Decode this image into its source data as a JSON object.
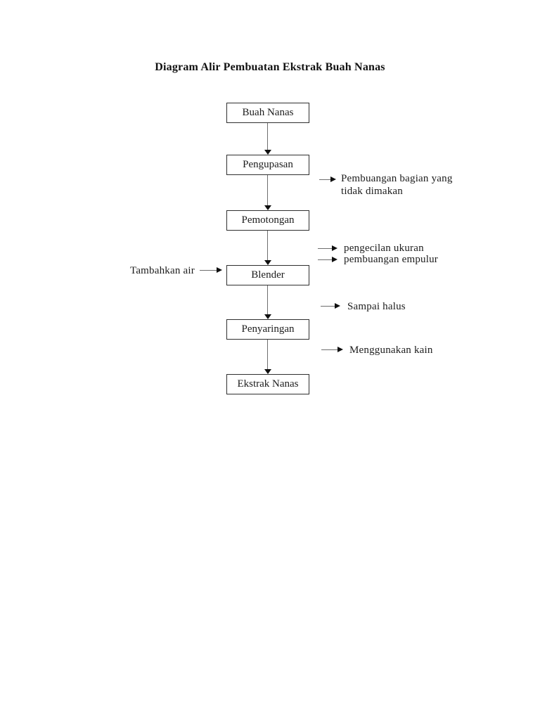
{
  "document": {
    "title": "Diagram Alir Pembuatan Ekstrak Buah Nanas"
  },
  "flowchart": {
    "steps": [
      {
        "label": "Buah Nanas"
      },
      {
        "label": "Pengupasan"
      },
      {
        "label": "Pemotongan"
      },
      {
        "label": "Blender"
      },
      {
        "label": "Penyaringan"
      },
      {
        "label": "Ekstrak Nanas"
      }
    ],
    "annotations": {
      "pengupasan_output": "Pembuangan bagian yang tidak dimakan",
      "pemotongan_note_1": "pengecilan ukuran",
      "pemotongan_note_2": "pembuangan empulur",
      "blender_input": "Tambahkan air",
      "blender_note": "Sampai halus",
      "penyaringan_note": "Menggunakan kain"
    }
  },
  "colors": {
    "background": "#ffffff",
    "box_border": "#2f2f2f",
    "text": "#1c1c1c",
    "connector_line": "#6e6e6e",
    "arrowhead": "#101010"
  }
}
